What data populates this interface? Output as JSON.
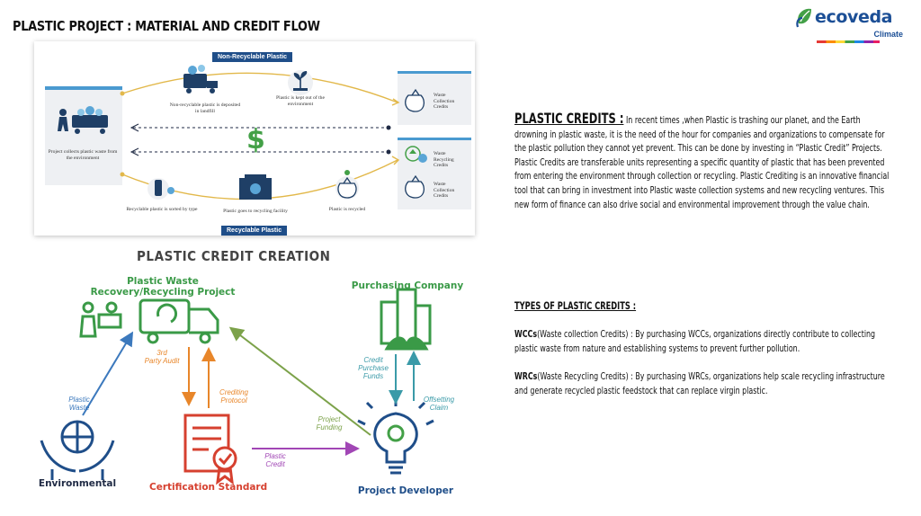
{
  "slide": {
    "title": "PLASTIC PROJECT : MATERIAL AND CREDIT FLOW"
  },
  "logo": {
    "word": "ecoveda",
    "sub": "Climate",
    "icon": "leaf-e-icon"
  },
  "flow": {
    "top_tag": "Non-Recyclable Plastic",
    "bottom_tag": "Recyclable Plastic",
    "project_box": "Project collects plastic waste from the environment",
    "landfill": "Non-recyclable plastic is deposited in landfill",
    "kept_out": "Plastic is kept out of the environment",
    "waste_collection_credits": "Waste Collection Credits",
    "waste_recycling_credits": "Waste Recycling Credits",
    "waste_collection_credits_2": "Waste Collection Credits",
    "sorted": "Recyclable plastic is sorted by type",
    "facility": "Plastic goes to recycling facility",
    "recycled": "Plastic is recycled",
    "dollar": "$"
  },
  "credits": {
    "heading": "PLASTIC CREDITS :",
    "para1": "In recent  times ,when Plastic is trashing our planet, and the Earth drowning in plastic waste, it is the need of the hour for companies and organizations to compensate for the plastic pollution they cannot yet prevent. This can be done by investing in “Plastic Credit” Projects.",
    "para2": "Plastic Credits are transferable units representing a specific quantity of plastic that has been prevented from entering the environment through collection or recycling. Plastic Crediting is an innovative financial tool that can bring in investment into Plastic waste collection systems and new recycling ventures. This new form of finance can also drive social and environmental improvement through the value chain."
  },
  "types": {
    "heading": "TYPES OF PLASTIC CREDITS :",
    "wcc_term": "WCCs",
    "wcc_text": "(Waste collection Credits) : By purchasing WCCs, organizations directly contribute to collecting plastic waste from nature and establishing systems to prevent further pollution.",
    "wrc_term": "WRCs",
    "wrc_text": "(Waste Recycling Credits) : By purchasing WRCs, organizations help scale recycling infrastructure and generate recycled plastic feedstock that can replace virgin plastic."
  },
  "creation": {
    "title": "PLASTIC CREDIT CREATION",
    "project_label_1": "Plastic Waste",
    "project_label_2": "Recovery/Recycling Project",
    "purchasing": "Purchasing Company",
    "environmental": "Environmental",
    "certification": "Certification Standard",
    "developer": "Project Developer",
    "plastic_waste_1": "Plastic",
    "plastic_waste_2": "Waste",
    "audit_1": "3rd",
    "audit_2": "Party Audit",
    "crediting_1": "Crediting",
    "crediting_2": "Protocol",
    "funding_1": "Project",
    "funding_2": "Funding",
    "credit_1": "Plastic",
    "credit_2": "Credit",
    "purchase_1": "Credit",
    "purchase_2": "Purchase",
    "purchase_3": "Funds",
    "offsetting_1": "Offsetting",
    "offsetting_2": "Claim"
  },
  "colors": {
    "green": "#3a9a47",
    "orange": "#e8862a",
    "red": "#d6402f",
    "blue": "#3c79bd",
    "teal": "#3a9aa8",
    "purple": "#a146b5",
    "navy": "#1f4e89",
    "olive": "#7ca24a"
  }
}
